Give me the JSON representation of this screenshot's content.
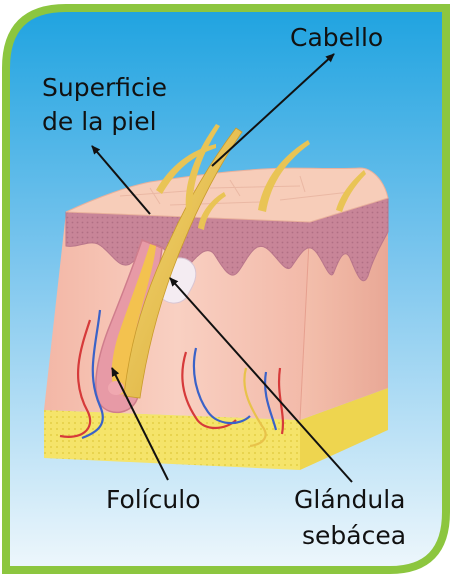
{
  "labels": {
    "cabello": "Cabello",
    "superficie_line1": "Superficie",
    "superficie_line2": "de la piel",
    "foliculo": "Folículo",
    "glandula_line1": "Glándula",
    "glandula_line2": "sebácea"
  },
  "colors": {
    "border": "#8cc63f",
    "sky_top": "#1fa3e0",
    "sky_bottom": "#e8f4fb",
    "skin_top": "#f6c9b4",
    "skin_front": "#f7c2b3",
    "epidermis": "#c9889a",
    "fat": "#f4e160",
    "hair": "#e8c24a",
    "gland": "#f2e8ef"
  }
}
